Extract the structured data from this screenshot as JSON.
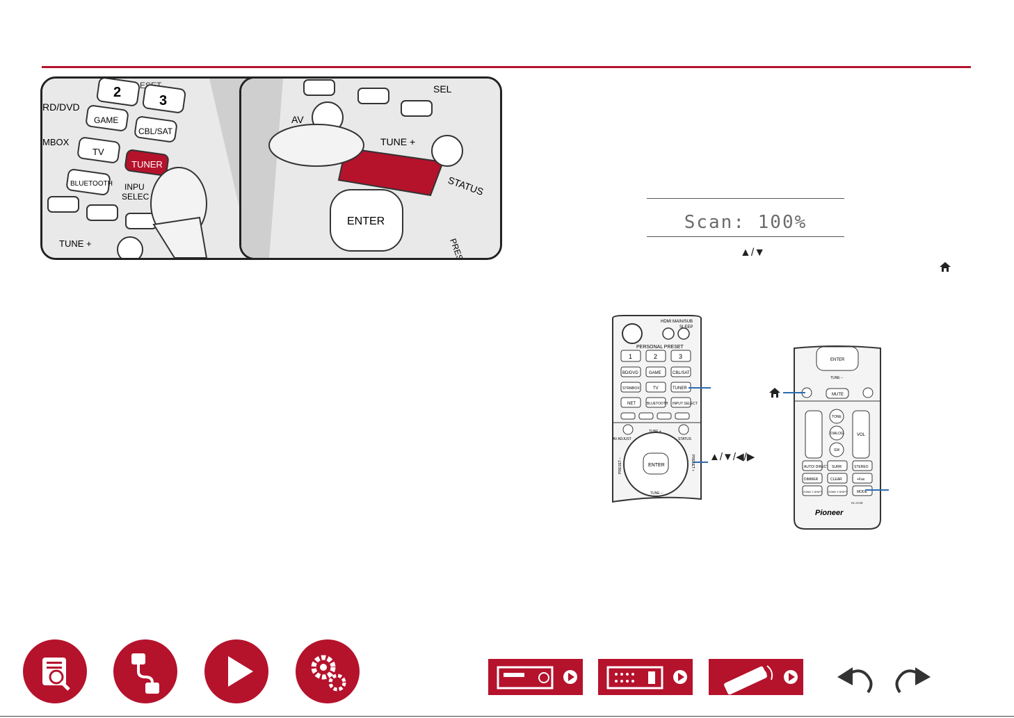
{
  "illustration_left": {
    "keys": [
      "2",
      "3",
      "RD/DVD",
      "GAME",
      "CBL/SAT",
      "MBOX",
      "TV",
      "TUNER",
      "BLUETOOTH",
      "INPU",
      "SELEC",
      "TUNE +",
      "ESET"
    ]
  },
  "illustration_right": {
    "keys": [
      "SEL",
      "AV",
      "TUNE +",
      "STATUS",
      "ENTER",
      "PRESET"
    ]
  },
  "display": {
    "text": "Scan:    100%"
  },
  "instruction": {
    "up_arrow": "▲",
    "separator": "/",
    "down_arrow": "▼"
  },
  "home_symbol": "home-icon",
  "remote_left": {
    "labels": [
      "HDMI MAIN/SUB",
      "SLEEP",
      "PERSONAL PRESET",
      "1",
      "2",
      "3",
      "BD/DVD",
      "GAME",
      "CBL/SAT",
      "STRMBOX",
      "TV",
      "TUNER",
      "NET",
      "BLUETOOTH",
      "INPUT SELECT",
      "AV ADJUST",
      "TUNE +",
      "STATUS",
      "ENTER",
      "TUNE –",
      "PRESET –",
      "PRESET +"
    ]
  },
  "remote_right": {
    "labels": [
      "ENTER",
      "TUNE –",
      "MUTE",
      "TONE",
      "DIALOG",
      "SW",
      "VOL",
      "AUTO/ DIRECT",
      "SURR",
      "STEREO",
      "DIMMER",
      "CLEAR",
      "+Fav",
      "ZONE 2 SHIFT",
      "ZONE 3 SHIFT",
      "MODE",
      "RC-974R",
      "Pioneer"
    ]
  },
  "arrow_keys": [
    "▲",
    "/",
    "▼",
    "/",
    "◀",
    "/",
    "▶"
  ],
  "colors": {
    "accent": "#b5122c",
    "callout": "#2b6cb0"
  }
}
